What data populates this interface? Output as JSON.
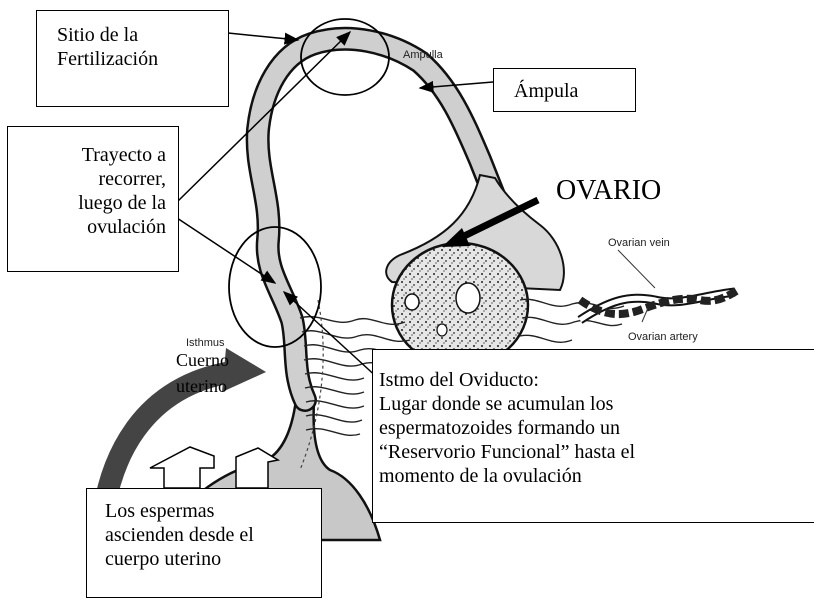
{
  "callouts": {
    "fertilization_site": [
      "Sitio de la",
      "Fertilización"
    ],
    "ampula": [
      "Ámpula"
    ],
    "route": [
      "Trayecto a",
      "recorrer,",
      "luego de la",
      "ovulación"
    ],
    "ovario": [
      "OVARIO"
    ],
    "horn": [
      "Cuerno",
      "uterino"
    ],
    "isthmus": [
      "Istmo del Oviducto:",
      "Lugar donde se acumulan los",
      "espermatozoides formando un",
      "“Reservorio Funcional” hasta el",
      "momento de la ovulación"
    ],
    "sperm": [
      "Los espermas",
      "ascienden desde el",
      "cuerpo uterino"
    ]
  },
  "figure_labels": {
    "ampulla": "Ampulla",
    "ovarian_vein": "Ovarian vein",
    "ovarian_artery": "Ovarian artery",
    "isthmus": "Isthmus"
  }
}
